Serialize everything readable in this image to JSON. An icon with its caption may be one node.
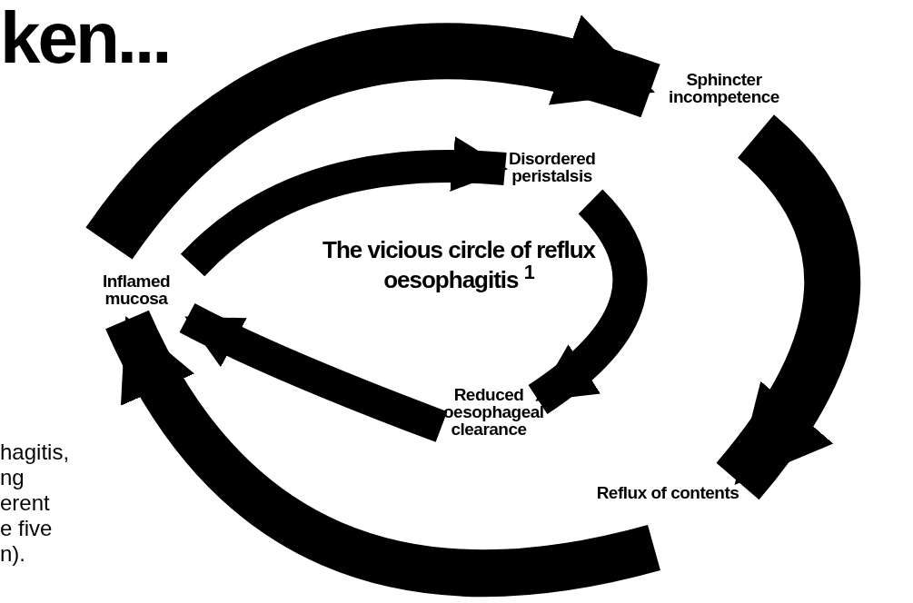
{
  "diagram": {
    "title": "The vicious circle of reflux oesophagitis $^{1}$",
    "nodes": [
      {
        "text": [
          "Sphincter incompetence"
        ]
      },
      {
        "text": [
          "Disordered peristalsis"
        ]
      },
      {
        "text": [
          "Reduced oesophageal clearance"
        ]
      },
      {
        "text": [
          "Reflux of contents"
        ]
      },
      {
        "text": [
          "Inflamed mucosa"
        ]
      }
    ],
    "edges": [
      {
        "from": 4,
        "to": 0,
        "arrow": "to"
      },
      {
        "from": 4,
        "to": 1,
        "arrow": "to"
      },
      {
        "from": 0,
        "to": 3,
        "arrow": "to"
      },
      {
        "from": 1,
        "to": 2,
        "arrow": "to"
      },
      {
        "from": 3,
        "to": 4,
        "arrow": "to"
      },
      {
        "from": 2,
        "to": 4,
        "arrow": "to"
      }
    ],
    "labels": [
      "ken...",
      "hagitis,",
      "ng",
      "erent",
      "e five",
      "n)."
    ]
  }
}
